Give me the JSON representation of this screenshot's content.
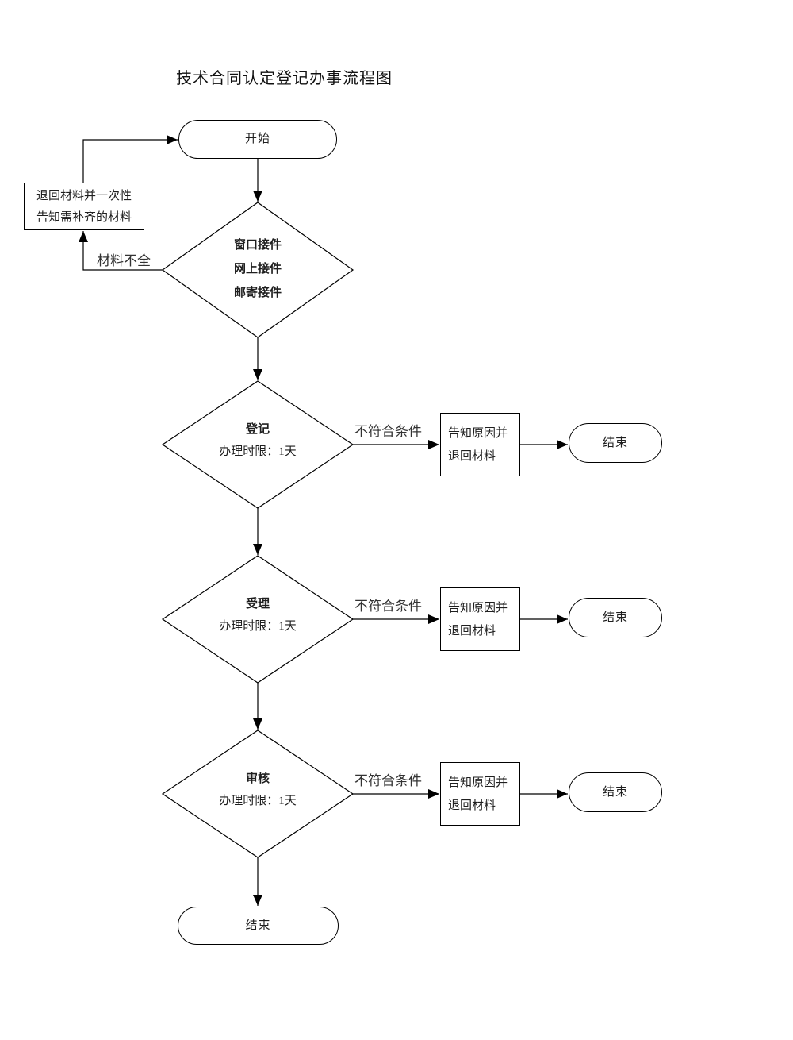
{
  "title": "技术合同认定登记办事流程图",
  "colors": {
    "line": "#000000",
    "text": "#1f1f1f",
    "background": "#ffffff"
  },
  "nodes": {
    "start": {
      "label": "开始"
    },
    "return_box": {
      "line1": "退回材料并一次性",
      "line2": "告知需补齐的材料"
    },
    "intake": {
      "line1": "窗口接件",
      "line2": "网上接件",
      "line3": "邮寄接件"
    },
    "register": {
      "name": "登记",
      "limit": "办理时限：1天"
    },
    "accept": {
      "name": "受理",
      "limit": "办理时限：1天"
    },
    "review": {
      "name": "审核",
      "limit": "办理时限：1天"
    },
    "notify1": {
      "line1": "告知原因并",
      "line2": "退回材料"
    },
    "notify2": {
      "line1": "告知原因并",
      "line2": "退回材料"
    },
    "notify3": {
      "line1": "告知原因并",
      "line2": "退回材料"
    },
    "end1": {
      "label": "结束"
    },
    "end2": {
      "label": "结束"
    },
    "end3": {
      "label": "结束"
    },
    "end_final": {
      "label": "结束"
    }
  },
  "edges": {
    "incomplete_label": "材料不全",
    "reject1_label": "不符合条件",
    "reject2_label": "不符合条件",
    "reject3_label": "不符合条件"
  }
}
